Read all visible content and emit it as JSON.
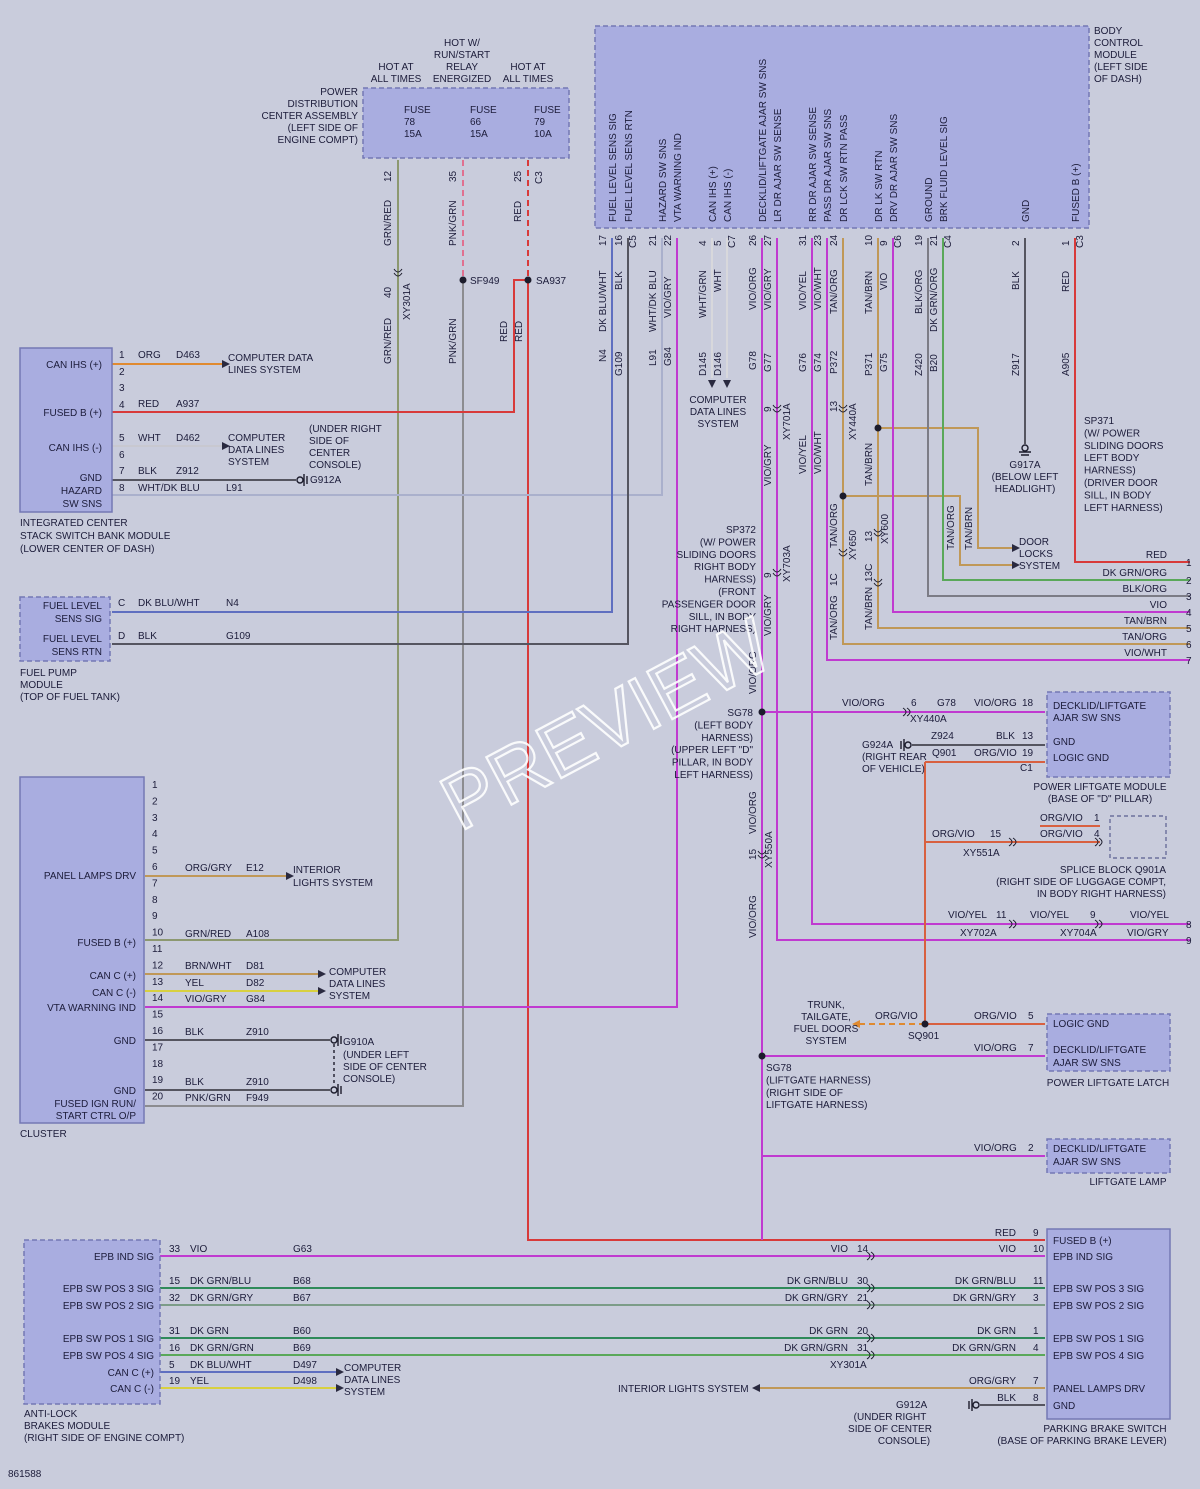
{
  "colors": {
    "background": "#c9ccdc",
    "module": "#a9ade0",
    "red": "#d83a3a",
    "vio": "#c03ad0",
    "grn_red": "#8c9870",
    "blue": "#5f6fc0",
    "gray": "#7c7c86",
    "tan": "#c09858",
    "green": "#5aa85a",
    "dk_grn": "#2f8a5a",
    "yel": "#d8d040",
    "org": "#e08a30",
    "org_vio": "#d86040",
    "wht": "#e6e6ee",
    "blk": "#555560"
  },
  "diagram_id": "861588",
  "watermark": "PREVIEW",
  "bcm": {
    "title": [
      "BODY",
      "CONTROL",
      "MODULE",
      "(LEFT SIDE",
      "OF DASH)"
    ],
    "pins": [
      {
        "label": "FUEL LEVEL SENS SIG",
        "pin": "17",
        "wire": "DK BLU/WHT",
        "circuit": "N4"
      },
      {
        "label": "FUEL LEVEL SENS RTN",
        "pin": "16",
        "conn": "C5",
        "wire": "BLK",
        "circuit": "G109"
      },
      {
        "label": "HAZARD SW SNS",
        "pin": "21",
        "wire": "WHT/DK BLU",
        "circuit": "L91"
      },
      {
        "label": "VTA WARNING IND",
        "pin": "22",
        "wire": "VIO/GRY",
        "circuit": "G84"
      },
      {
        "label": "CAN IHS (+)",
        "pin": "4",
        "wire": "WHT/GRN",
        "circuit": "D145"
      },
      {
        "label": "CAN IHS (-)",
        "pin": "5",
        "conn": "C7",
        "wire": "WHT",
        "circuit": "D146"
      },
      {
        "label": "DECKLID/LIFTGATE AJAR SW SNS",
        "pin": "26",
        "wire": "VIO/ORG",
        "circuit": "G78"
      },
      {
        "label": "LR DR AJAR SW SENSE",
        "pin": "27",
        "wire": "VIO/GRY",
        "circuit": "G77"
      },
      {
        "label": "RR DR AJAR SW SENSE",
        "pin": "31",
        "wire": "VIO/YEL",
        "circuit": "G76"
      },
      {
        "label": "PASS DR AJAR SW SNS",
        "pin": "23",
        "wire": "VIO/WHT",
        "circuit": "G74"
      },
      {
        "label": "DR LCK SW RTN PASS",
        "pin": "24",
        "wire": "TAN/ORG",
        "circuit": "P372"
      },
      {
        "label": "DR LK SW RTN",
        "pin": "10",
        "wire": "TAN/BRN",
        "circuit": "P371"
      },
      {
        "label": "DRV DR AJAR SW SNS",
        "pin": "9",
        "conn": "C6",
        "wire": "VIO",
        "circuit": "G75"
      },
      {
        "label": "GROUND",
        "pin": "19",
        "wire": "BLK/ORG",
        "circuit": "Z420"
      },
      {
        "label": "BRK FLUID LEVEL SIG",
        "pin": "21",
        "conn": "C4",
        "wire": "DK GRN/ORG",
        "circuit": "B20"
      },
      {
        "label": "GND",
        "pin": "2",
        "wire": "BLK",
        "circuit": "Z917"
      },
      {
        "label": "FUSED B (+)",
        "pin": "1",
        "conn": "C3",
        "wire": "RED",
        "circuit": "A905"
      }
    ]
  },
  "pdc": {
    "title": [
      "POWER",
      "DISTRIBUTION",
      "CENTER ASSEMBLY",
      "(LEFT SIDE OF",
      "ENGINE COMPT)"
    ],
    "headers": [
      [
        "HOT AT",
        "ALL TIMES"
      ],
      [
        "HOT W/",
        "RUN/START",
        "RELAY",
        "ENERGIZED"
      ],
      [
        "HOT AT",
        "ALL TIMES"
      ]
    ],
    "fuses": [
      {
        "name": "FUSE",
        "num": "78",
        "amp": "15A",
        "pin": "12",
        "wire": "GRN/RED"
      },
      {
        "name": "FUSE",
        "num": "66",
        "amp": "15A",
        "pin": "35",
        "wire": "PNK/GRN"
      },
      {
        "name": "FUSE",
        "num": "79",
        "amp": "10A",
        "pin": "25",
        "conn": "C3",
        "wire": "RED"
      }
    ],
    "splices": [
      "SF949",
      "SA937"
    ],
    "connector": "XY301A",
    "connector_pin": "40"
  },
  "iccm": {
    "title": [
      "INTEGRATED CENTER",
      "STACK SWITCH BANK MODULE",
      "(LOWER CENTER OF DASH)"
    ],
    "labels": [
      "CAN IHS (+)",
      "FUSED B (+)",
      "CAN IHS (-)",
      "GND",
      "HAZARD",
      "SW SNS"
    ],
    "pins": [
      "1",
      "2",
      "3",
      "4",
      "5",
      "6",
      "7",
      "8"
    ],
    "wires": [
      {
        "pin": "1",
        "wire": "ORG",
        "circuit": "D463",
        "dest": [
          "COMPUTER DATA",
          "LINES SYSTEM"
        ]
      },
      {
        "pin": "4",
        "wire": "RED",
        "circuit": "A937"
      },
      {
        "pin": "5",
        "wire": "WHT",
        "circuit": "D462",
        "dest": [
          "COMPUTER",
          "DATA LINES",
          "SYSTEM"
        ]
      },
      {
        "pin": "7",
        "wire": "BLK",
        "circuit": "Z912",
        "ground": "G912A"
      },
      {
        "pin": "8",
        "wire": "WHT/DK BLU",
        "circuit": "L91"
      }
    ],
    "note": [
      "(UNDER RIGHT",
      "SIDE OF",
      "CENTER",
      "CONSOLE)"
    ]
  },
  "fuel_pump": {
    "title": [
      "FUEL PUMP",
      "MODULE",
      "(TOP OF FUEL TANK)"
    ],
    "labels": [
      [
        "FUEL LEVEL",
        "SENS SIG"
      ],
      [
        "FUEL LEVEL",
        "SENS RTN"
      ]
    ],
    "wires": [
      {
        "pin": "C",
        "wire": "DK BLU/WHT",
        "circuit": "N4"
      },
      {
        "pin": "D",
        "wire": "BLK",
        "circuit": "G109"
      }
    ]
  },
  "data_lines_center": [
    "COMPUTER",
    "DATA LINES",
    "SYSTEM"
  ],
  "cluster": {
    "title": "CLUSTER",
    "labels": [
      "PANEL LAMPS DRV",
      "FUSED B (+)",
      "CAN C (+)",
      "CAN C (-)",
      "VTA WARNING IND",
      "GND",
      "GND",
      "FUSED IGN RUN/",
      "START CTRL O/P"
    ],
    "pins": [
      "1",
      "2",
      "3",
      "4",
      "5",
      "6",
      "7",
      "8",
      "9",
      "10",
      "11",
      "12",
      "13",
      "14",
      "15",
      "16",
      "17",
      "18",
      "19",
      "20"
    ],
    "wires": [
      {
        "pin": "6",
        "wire": "ORG/GRY",
        "circuit": "E12",
        "dest": [
          "INTERIOR",
          "LIGHTS SYSTEM"
        ]
      },
      {
        "pin": "10",
        "wire": "GRN/RED",
        "circuit": "A108"
      },
      {
        "pin": "12",
        "wire": "BRN/WHT",
        "circuit": "D81"
      },
      {
        "pin": "13",
        "wire": "YEL",
        "circuit": "D82"
      },
      {
        "pin": "14",
        "wire": "VIO/GRY",
        "circuit": "G84"
      },
      {
        "pin": "16",
        "wire": "BLK",
        "circuit": "Z910"
      },
      {
        "pin": "19",
        "wire": "BLK",
        "circuit": "Z910"
      },
      {
        "pin": "20",
        "wire": "PNK/GRN",
        "circuit": "F949"
      }
    ],
    "data_dest": [
      "COMPUTER",
      "DATA LINES",
      "SYSTEM"
    ],
    "ground": [
      "G910A",
      "(UNDER LEFT",
      "SIDE OF CENTER",
      "CONSOLE)"
    ]
  },
  "sp372": [
    "SP372",
    "(W/ POWER",
    "SLIDING DOORS",
    "RIGHT BODY",
    "HARNESS)",
    "(FRONT",
    "PASSENGER DOOR",
    "SILL, IN BODY",
    "RIGHT HARNESS)"
  ],
  "sp371": [
    "SP371",
    "(W/ POWER",
    "SLIDING DOORS",
    "LEFT BODY",
    "HARNESS)",
    "(DRIVER DOOR",
    "SILL, IN BODY",
    "LEFT HARNESS)"
  ],
  "g917a": [
    "G917A",
    "(BELOW LEFT",
    "HEADLIGHT)"
  ],
  "door_locks": [
    "DOOR",
    "LOCKS",
    "SYSTEM"
  ],
  "sg78_upper": [
    "SG78",
    "(LEFT BODY",
    "HARNESS)",
    "(UPPER LEFT \"D\"",
    "PILLAR, IN BODY",
    "LEFT HARNESS)"
  ],
  "sg78_lower": [
    "SG78",
    "(LIFTGATE HARNESS)",
    "(RIGHT SIDE OF",
    "LIFTGATE HARNESS)"
  ],
  "connectors": [
    "XY701A",
    "XY703A",
    "XY440A",
    "XY650",
    "XY600",
    "XY550A",
    "XY551A",
    "XY702A",
    "XY704A"
  ],
  "conn_pins": {
    "xy701a": "9",
    "xy703a": "9",
    "xy440a": "13",
    "xy650": "1C",
    "xy600": "13",
    "xy550a": "15",
    "xy650b": "13C"
  },
  "right_exits": [
    {
      "n": "1",
      "wire": "RED"
    },
    {
      "n": "2",
      "wire": "DK GRN/ORG"
    },
    {
      "n": "3",
      "wire": "BLK/ORG"
    },
    {
      "n": "4",
      "wire": "VIO"
    },
    {
      "n": "5",
      "wire": "TAN/BRN"
    },
    {
      "n": "6",
      "wire": "TAN/ORG"
    },
    {
      "n": "7",
      "wire": "VIO/WHT"
    },
    {
      "n": "8",
      "wire": "VIO/YEL"
    },
    {
      "n": "9",
      "wire": "VIO/GRY"
    }
  ],
  "liftgate_module": {
    "title": [
      "POWER LIFTGATE MODULE",
      "(BASE OF \"D\" PILLAR)"
    ],
    "labels": [
      [
        "DECKLID/LIFTGATE",
        "AJAR SW SNS"
      ],
      [
        "GND"
      ],
      [
        "LOGIC GND"
      ]
    ],
    "conn": "C1",
    "wires": [
      {
        "pin": "18",
        "wire": "VIO/ORG",
        "circuit": "G78",
        "xy_pin": "6",
        "xy_wire": "VIO/ORG"
      },
      {
        "pin": "13",
        "wire": "BLK",
        "circuit": "Z924"
      },
      {
        "pin": "19",
        "wire": "ORG/VIO",
        "circuit": "Q901"
      }
    ],
    "ground": [
      "G924A",
      "(RIGHT REAR",
      "OF VEHICLE)"
    ]
  },
  "splice_block": {
    "title": [
      "SPLICE BLOCK Q901A",
      "(RIGHT SIDE OF LUGGAGE COMPT,",
      "IN BODY RIGHT HARNESS)"
    ],
    "wires": [
      {
        "pin": "1",
        "wire": "ORG/VIO"
      },
      {
        "pin": "4",
        "wire": "ORG/VIO"
      },
      {
        "pin": "15",
        "wire": "ORG/VIO"
      }
    ]
  },
  "vio_wires_8_9": [
    {
      "wire": "VIO/YEL",
      "pin": "11"
    },
    {
      "wire": "VIO/YEL",
      "pin": "9"
    },
    {
      "wire": "VIO/YEL",
      "pin": ""
    },
    {
      "wire": "VIO/GRY",
      "pin": ""
    }
  ],
  "trunk": [
    "TRUNK,",
    "TAILGATE,",
    "FUEL DOORS",
    "SYSTEM"
  ],
  "sq901": "SQ901",
  "liftgate_latch": {
    "title": "POWER LIFTGATE LATCH",
    "labels": [
      [
        "LOGIC GND"
      ],
      [
        "DECKLID/LIFTGATE",
        "AJAR SW SNS"
      ]
    ],
    "wires": [
      {
        "pin": "5",
        "wire": "ORG/VIO"
      },
      {
        "pin": "7",
        "wire": "VIO/ORG"
      }
    ]
  },
  "liftgate_lamp": {
    "title": "LIFTGATE LAMP",
    "labels": [
      [
        "DECKLID/LIFTGATE",
        "AJAR SW SNS"
      ]
    ],
    "wires": [
      {
        "pin": "2",
        "wire": "VIO/ORG"
      }
    ]
  },
  "abs": {
    "title": [
      "ANTI-LOCK",
      "BRAKES MODULE",
      "(RIGHT SIDE OF ENGINE COMPT)"
    ],
    "labels": [
      "EPB IND SIG",
      "EPB SW POS 3 SIG",
      "EPB SW POS 2 SIG",
      "EPB SW POS 1 SIG",
      "EPB SW POS 4 SIG",
      "CAN C (+)",
      "CAN C (-)"
    ],
    "wires": [
      {
        "pin": "33",
        "wire": "VIO",
        "circuit": "G63"
      },
      {
        "pin": "15",
        "wire": "DK GRN/BLU",
        "circuit": "B68"
      },
      {
        "pin": "32",
        "wire": "DK GRN/GRY",
        "circuit": "B67"
      },
      {
        "pin": "31",
        "wire": "DK GRN",
        "circuit": "B60"
      },
      {
        "pin": "16",
        "wire": "DK GRN/GRN",
        "circuit": "B69"
      },
      {
        "pin": "5",
        "wire": "DK BLU/WHT",
        "circuit": "D497"
      },
      {
        "pin": "19",
        "wire": "YEL",
        "circuit": "D498"
      }
    ],
    "data_dest": [
      "COMPUTER",
      "DATA LINES",
      "SYSTEM"
    ]
  },
  "epb_switch": {
    "title": [
      "PARKING BRAKE SWITCH",
      "(BASE OF PARKING BRAKE LEVER)"
    ],
    "labels": [
      "FUSED B (+)",
      "EPB IND SIG",
      "EPB SW POS 3 SIG",
      "EPB SW POS 2 SIG",
      "EPB SW POS 1 SIG",
      "EPB SW POS 4 SIG",
      "PANEL LAMPS DRV",
      "GND"
    ],
    "wires": [
      {
        "pin": "9",
        "wire": "RED"
      },
      {
        "pin": "10",
        "wire": "VIO",
        "mid_wire": "VIO",
        "mid_pin": "14"
      },
      {
        "pin": "11",
        "wire": "DK GRN/BLU",
        "mid_wire": "DK GRN/BLU",
        "mid_pin": "30"
      },
      {
        "pin": "3",
        "wire": "DK GRN/GRY",
        "mid_wire": "DK GRN/GRY",
        "mid_pin": "21"
      },
      {
        "pin": "1",
        "wire": "DK GRN",
        "mid_wire": "DK GRN",
        "mid_pin": "20"
      },
      {
        "pin": "4",
        "wire": "DK GRN/GRN",
        "mid_wire": "DK GRN/GRN",
        "mid_pin": "31"
      },
      {
        "pin": "7",
        "wire": "ORG/GRY"
      },
      {
        "pin": "8",
        "wire": "BLK"
      }
    ],
    "connector": "XY301A",
    "interior": "INTERIOR LIGHTS SYSTEM",
    "ground": [
      "G912A",
      "(UNDER RIGHT",
      "SIDE OF CENTER",
      "CONSOLE)"
    ]
  }
}
